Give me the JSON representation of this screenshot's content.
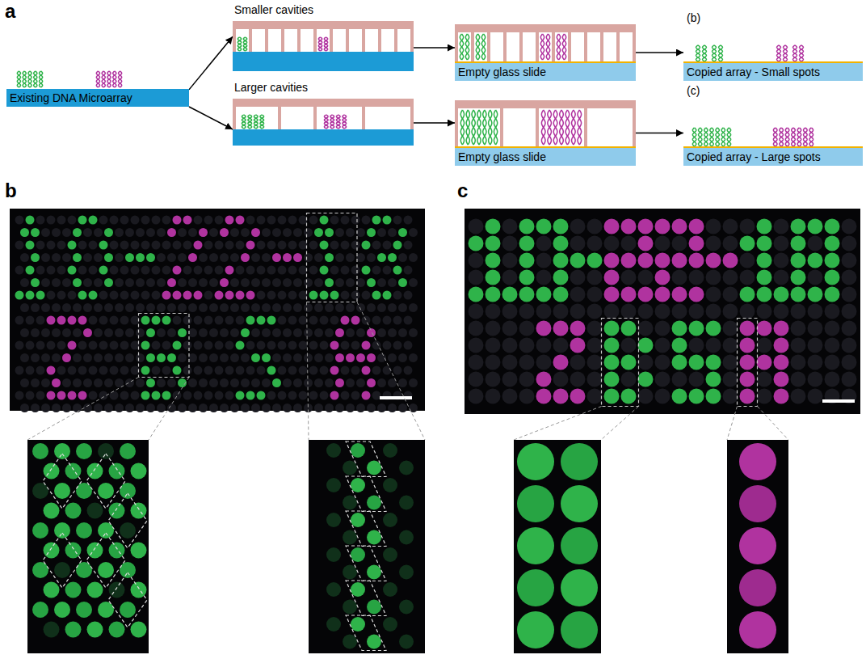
{
  "diagram": {
    "nodes": [
      {
        "text": [
          "Existing DNA Microarray"
        ]
      },
      {
        "text": [
          "Smaller cavities"
        ]
      },
      {
        "text": [
          "Empty glass slide"
        ]
      },
      {
        "text": [
          "(b)",
          "Copied array - Small spots"
        ]
      },
      {
        "text": [
          "Larger cavities"
        ]
      },
      {
        "text": [
          "Empty glass slide"
        ]
      },
      {
        "text": [
          "(c)",
          "Copied array - Large spots"
        ]
      }
    ],
    "edges": [
      {
        "from": 0,
        "to": 1,
        "arrow": "to"
      },
      {
        "from": 0,
        "to": 4,
        "arrow": "to"
      },
      {
        "from": 1,
        "to": 2,
        "arrow": "to"
      },
      {
        "from": 2,
        "to": 3,
        "arrow": "to"
      },
      {
        "from": 4,
        "to": 5,
        "arrow": "to"
      },
      {
        "from": 5,
        "to": 6,
        "arrow": "to"
      }
    ],
    "labels": [
      "a",
      "b",
      "c"
    ]
  }
}
